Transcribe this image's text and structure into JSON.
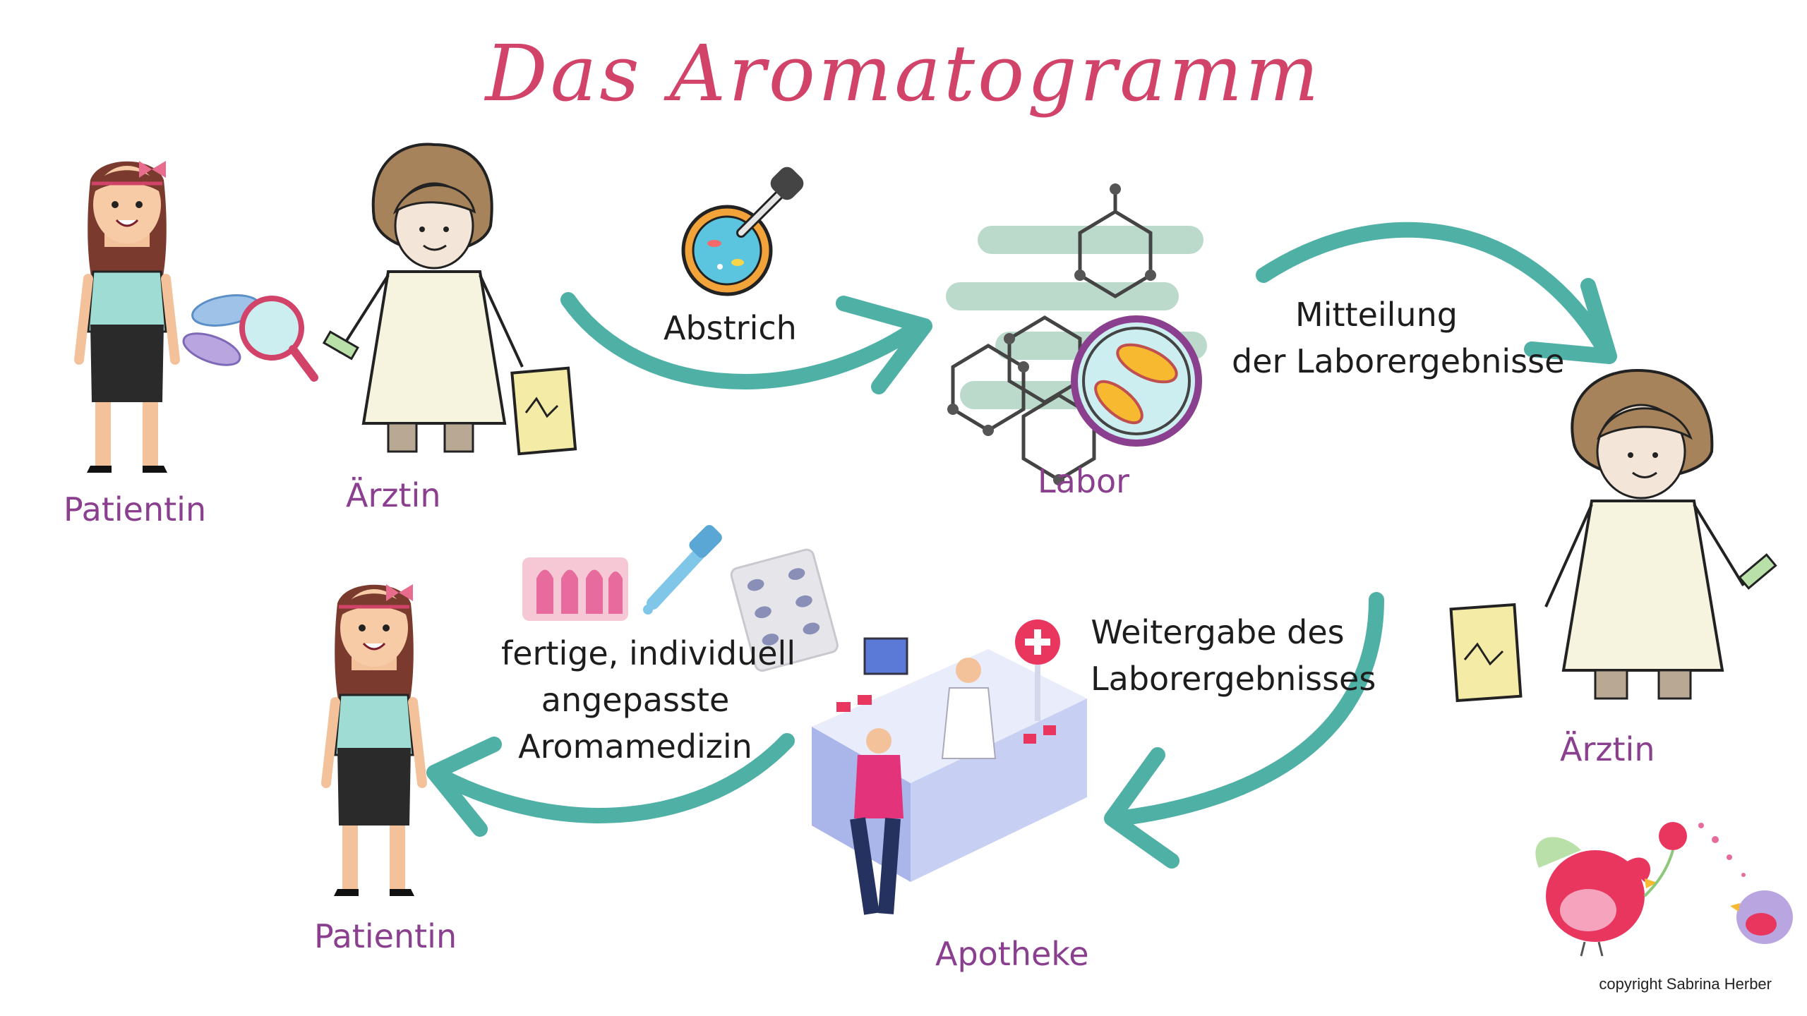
{
  "title": "Das Aromatogramm",
  "nodes": {
    "patientin_top": "Patientin",
    "aerztin_top": "Ärztin",
    "labor": "Labor",
    "aerztin_right": "Ärztin",
    "apotheke": "Apotheke",
    "patientin_bottom": "Patientin"
  },
  "steps": {
    "abstrich": "Abstrich",
    "mitteilung_line1": "Mitteilung",
    "mitteilung_line2": "der Laborergebnisse",
    "weitergabe_line1": "Weitergabe des",
    "weitergabe_line2": "Laborergebnisses",
    "medizin_line1": "fertige, individuell",
    "medizin_line2": "angepasste",
    "medizin_line3": "Aromamedizin"
  },
  "copyright": "copyright Sabrina Herber",
  "colors": {
    "title": "#d2436a",
    "label_purple": "#8a3f8f",
    "arrow_teal": "#4fb0a6",
    "lab_green": "#9fcbb6"
  },
  "icons": [
    "girl-patient-illustration",
    "doctor-illustration",
    "bacteria-magnifier-icon",
    "petri-dish-pipette-icon",
    "lab-molecule-bacteria-icon",
    "pharmacy-counter-illustration",
    "suppositories-icon",
    "dropper-icon",
    "pill-blister-icon",
    "birds-logo"
  ]
}
